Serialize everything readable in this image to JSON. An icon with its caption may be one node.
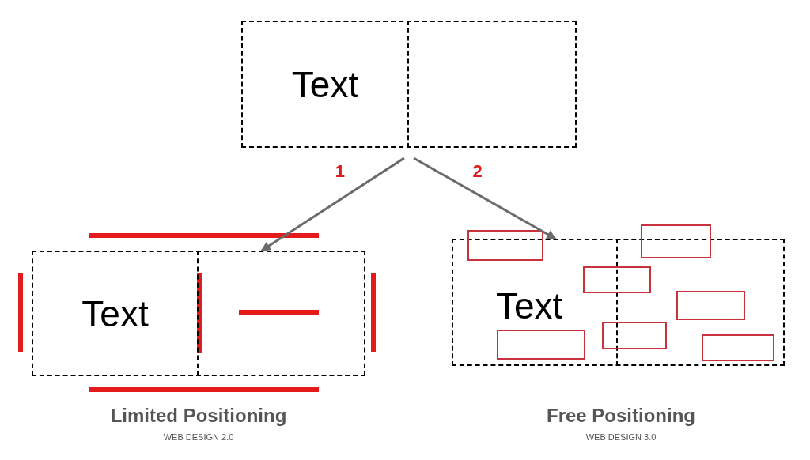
{
  "diagram": {
    "nodes": [
      {
        "text": [],
        "shape": "box"
      },
      {
        "text": [
          "Text"
        ],
        "in": 0
      },
      {
        "text": [],
        "shape": "box",
        "in": 0
      },
      {
        "text": [],
        "shape": "box",
        "beside": [
          "Limited Positioning",
          "WEB DESIGN 2.0"
        ]
      },
      {
        "text": [
          "Text"
        ],
        "in": 3
      },
      {
        "text": [],
        "shape": "box",
        "in": 3
      },
      {
        "text": [],
        "shape": "box",
        "beside": [
          "Free Positioning",
          "WEB DESIGN 3.0"
        ]
      },
      {
        "text": [
          "Text"
        ],
        "in": 6
      },
      {
        "text": [],
        "shape": "box",
        "in": 6
      },
      {
        "text": [],
        "shape": "box"
      },
      {
        "text": [],
        "shape": "box"
      },
      {
        "text": [],
        "shape": "box",
        "in": 6
      },
      {
        "text": [],
        "shape": "box",
        "in": 8
      },
      {
        "text": [],
        "shape": "box",
        "in": 7
      },
      {
        "text": [],
        "shape": "box",
        "in": 6
      },
      {
        "text": [],
        "shape": "box",
        "in": 8
      }
    ],
    "edges": [
      {
        "from": 0,
        "to": 3,
        "arrow": "to",
        "label": "1"
      },
      {
        "from": 0,
        "to": 6,
        "arrow": "to",
        "label": "2"
      }
    ]
  }
}
